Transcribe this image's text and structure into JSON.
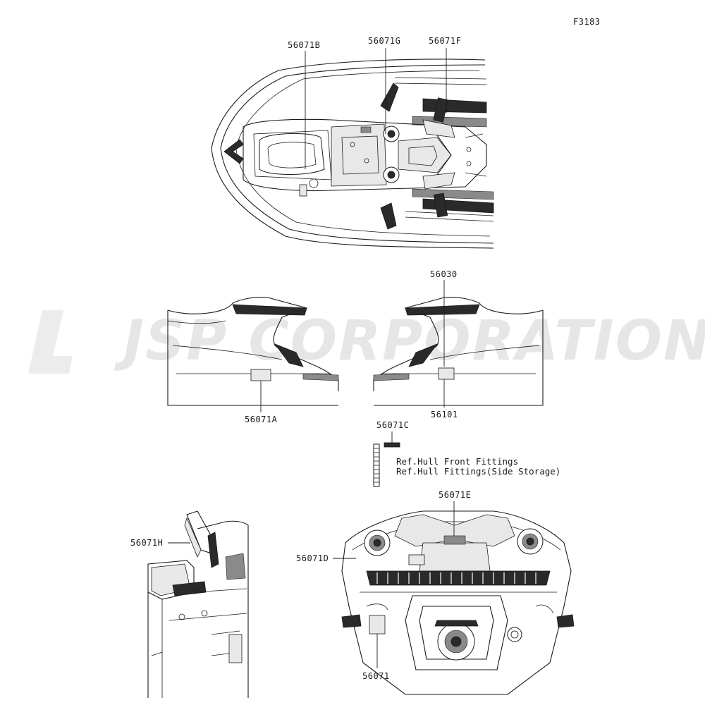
{
  "figure_code": "F3183",
  "watermark": "JSP CORPORATION",
  "callouts": {
    "p56071B": "56071B",
    "p56071G": "56071G",
    "p56071F": "56071F",
    "p56030": "56030",
    "p56071A": "56071A",
    "p56101": "56101",
    "p56071C": "56071C",
    "p56071E": "56071E",
    "p56071H": "56071H",
    "p56071D": "56071D",
    "p56071": "56071"
  },
  "references": {
    "ref1": "Ref.Hull Front Fittings",
    "ref2": "Ref.Hull Fittings(Side Storage)"
  }
}
